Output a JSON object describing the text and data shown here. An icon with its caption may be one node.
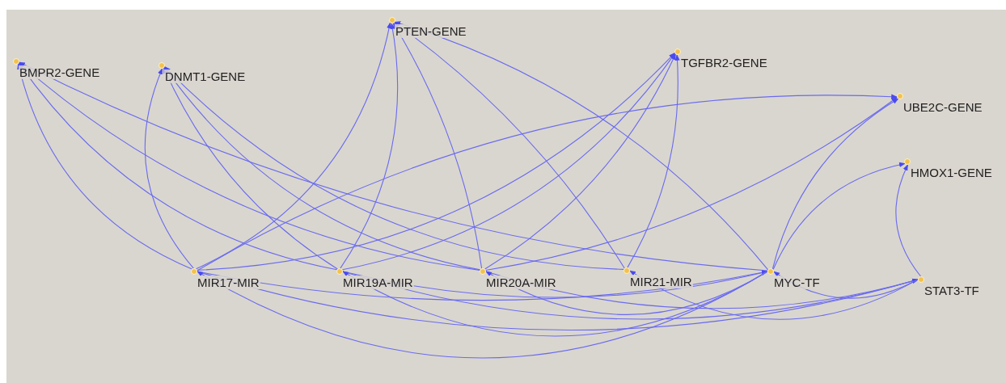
{
  "diagram": {
    "nodes": [
      {
        "text": [
          "BMPR2-GENE"
        ]
      },
      {
        "text": [
          "DNMT1-GENE"
        ]
      },
      {
        "text": [
          "PTEN-GENE"
        ]
      },
      {
        "text": [
          "TGFBR2-GENE"
        ]
      },
      {
        "text": [
          "UBE2C-GENE"
        ]
      },
      {
        "text": [
          "HMOX1-GENE"
        ]
      },
      {
        "text": [
          "MIR17-MIR"
        ]
      },
      {
        "text": [
          "MIR19A-MIR"
        ]
      },
      {
        "text": [
          "MIR20A-MIR"
        ]
      },
      {
        "text": [
          "MIR21-MIR"
        ]
      },
      {
        "text": [
          "MYC-TF"
        ]
      },
      {
        "text": [
          "STAT3-TF"
        ]
      }
    ],
    "edges": [
      {
        "from": 6,
        "to": 0,
        "arrow": "to"
      },
      {
        "from": 7,
        "to": 0,
        "arrow": "to"
      },
      {
        "from": 8,
        "to": 0,
        "arrow": "to"
      },
      {
        "from": 10,
        "to": 0,
        "arrow": "to"
      },
      {
        "from": 6,
        "to": 1,
        "arrow": "to"
      },
      {
        "from": 7,
        "to": 1,
        "arrow": "to"
      },
      {
        "from": 8,
        "to": 1,
        "arrow": "to"
      },
      {
        "from": 9,
        "to": 1,
        "arrow": "to"
      },
      {
        "from": 6,
        "to": 2,
        "arrow": "to"
      },
      {
        "from": 7,
        "to": 2,
        "arrow": "to"
      },
      {
        "from": 8,
        "to": 2,
        "arrow": "to"
      },
      {
        "from": 9,
        "to": 2,
        "arrow": "to"
      },
      {
        "from": 10,
        "to": 2,
        "arrow": "to"
      },
      {
        "from": 6,
        "to": 3,
        "arrow": "to"
      },
      {
        "from": 7,
        "to": 3,
        "arrow": "to"
      },
      {
        "from": 8,
        "to": 3,
        "arrow": "to"
      },
      {
        "from": 9,
        "to": 3,
        "arrow": "to"
      },
      {
        "from": 6,
        "to": 4,
        "arrow": "to"
      },
      {
        "from": 8,
        "to": 4,
        "arrow": "to"
      },
      {
        "from": 10,
        "to": 4,
        "arrow": "to"
      },
      {
        "from": 10,
        "to": 5,
        "arrow": "to"
      },
      {
        "from": 11,
        "to": 5,
        "arrow": "to"
      },
      {
        "from": 6,
        "to": 11,
        "arrow": "to"
      },
      {
        "from": 7,
        "to": 11,
        "arrow": "to"
      },
      {
        "from": 8,
        "to": 11,
        "arrow": "to"
      },
      {
        "from": 6,
        "to": 10,
        "arrow": "to"
      },
      {
        "from": 7,
        "to": 10,
        "arrow": "to"
      },
      {
        "from": 10,
        "to": 6,
        "arrow": "to"
      },
      {
        "from": 10,
        "to": 7,
        "arrow": "to"
      },
      {
        "from": 10,
        "to": 8,
        "arrow": "to"
      },
      {
        "from": 11,
        "to": 9,
        "arrow": "to"
      },
      {
        "from": 11,
        "to": 10,
        "arrow": "to"
      }
    ]
  }
}
